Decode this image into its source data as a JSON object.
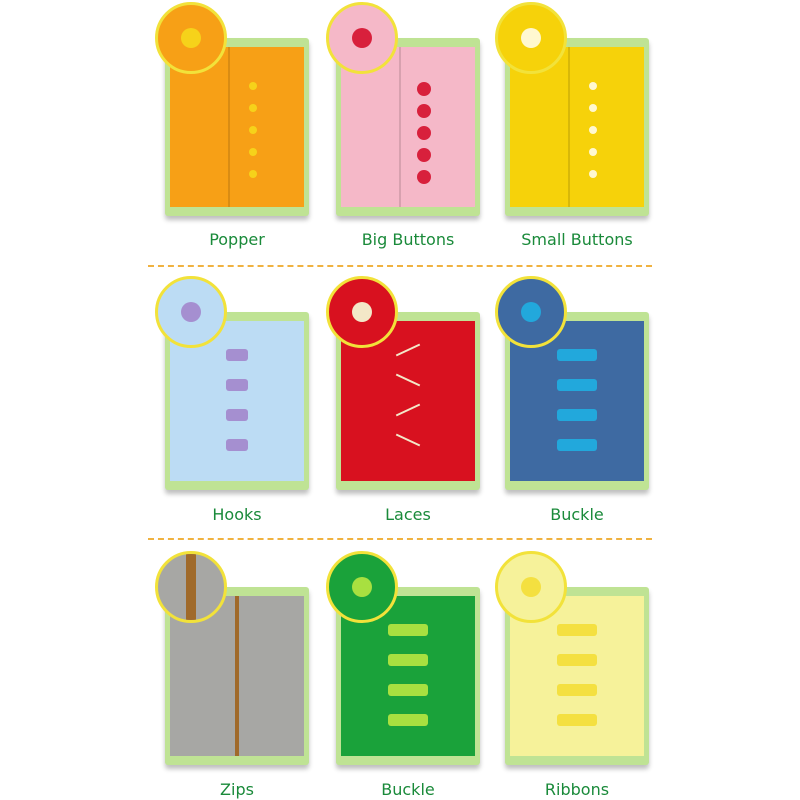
{
  "items": [
    {
      "label": "Popper",
      "fabric": "#f7a016",
      "fastener": "#f6d21a"
    },
    {
      "label": "Big Buttons",
      "fabric": "#f5b8c8",
      "fastener": "#d8203c"
    },
    {
      "label": "Small Buttons",
      "fabric": "#f6d20a",
      "fastener": "#fff8d0"
    },
    {
      "label": "Hooks",
      "fabric": "#bcdcf4",
      "fastener": "#a58fd0"
    },
    {
      "label": "Laces",
      "fabric": "#d8111f",
      "fastener": "#f3e8c8"
    },
    {
      "label": "Buckle",
      "fabric": "#3e6aa2",
      "fastener": "#22a8dc"
    },
    {
      "label": "Zips",
      "fabric": "#a7a7a4",
      "fastener": "#a06a2a"
    },
    {
      "label": "Buckle",
      "fabric": "#1aa23a",
      "fastener": "#a8e040"
    },
    {
      "label": "Ribbons",
      "fabric": "#f6f29a",
      "fastener": "#f4e040"
    }
  ],
  "colors": {
    "label": "#1a8a3a",
    "divider": "#f0b240",
    "frame": "#bfe394"
  }
}
